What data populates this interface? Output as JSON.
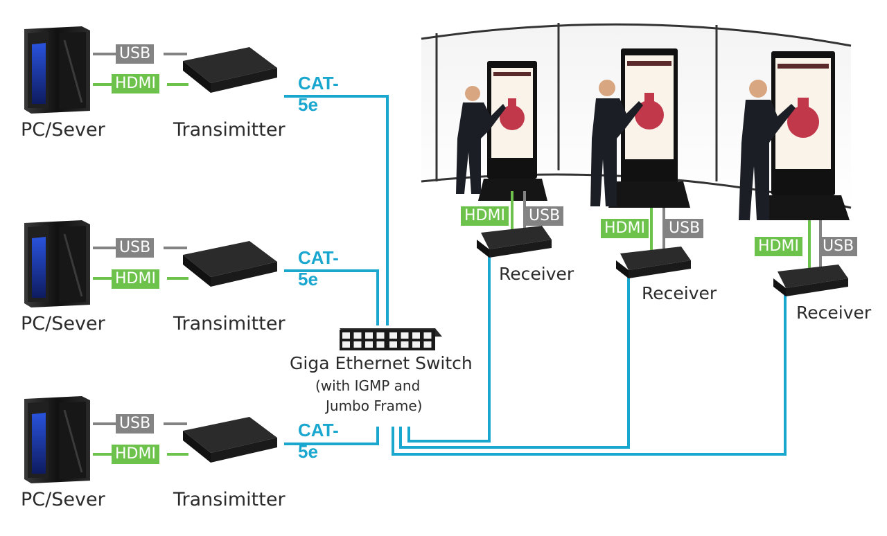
{
  "colors": {
    "cable": "#1aa7cf",
    "hdmi": "#6cc24a",
    "usb": "#838383",
    "device": "#1e1e1e"
  },
  "sources": [
    {
      "pc_label": "PC/Sever",
      "tx_label": "Transimitter",
      "usb": "USB",
      "hdmi": "HDMI",
      "cable": "CAT-5e"
    },
    {
      "pc_label": "PC/Sever",
      "tx_label": "Transimitter",
      "usb": "USB",
      "hdmi": "HDMI",
      "cable": "CAT-5e"
    },
    {
      "pc_label": "PC/Sever",
      "tx_label": "Transimitter",
      "usb": "USB",
      "hdmi": "HDMI",
      "cable": "CAT-5e"
    }
  ],
  "switch": {
    "title": "Giga Ethernet Switch",
    "subtitle_line1": "(with IGMP and",
    "subtitle_line2": "Jumbo Frame)"
  },
  "receivers": [
    {
      "label": "Receiver",
      "hdmi": "HDMI",
      "usb": "USB"
    },
    {
      "label": "Receiver",
      "hdmi": "HDMI",
      "usb": "USB"
    },
    {
      "label": "Receiver",
      "hdmi": "HDMI",
      "usb": "USB"
    }
  ]
}
